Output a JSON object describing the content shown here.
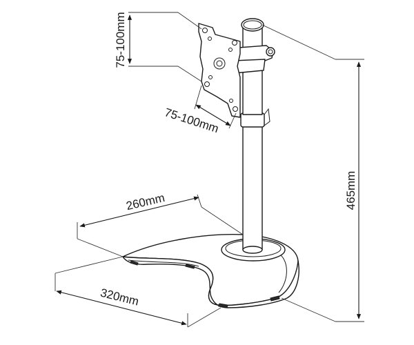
{
  "dimensions": {
    "vesa_vertical": "75-100mm",
    "vesa_horizontal": "75-100mm",
    "base_depth": "260mm",
    "base_width": "320mm",
    "total_height": "465mm"
  },
  "colors": {
    "line": "#1a1a1a",
    "fill": "#ffffff",
    "background": "#ffffff"
  }
}
